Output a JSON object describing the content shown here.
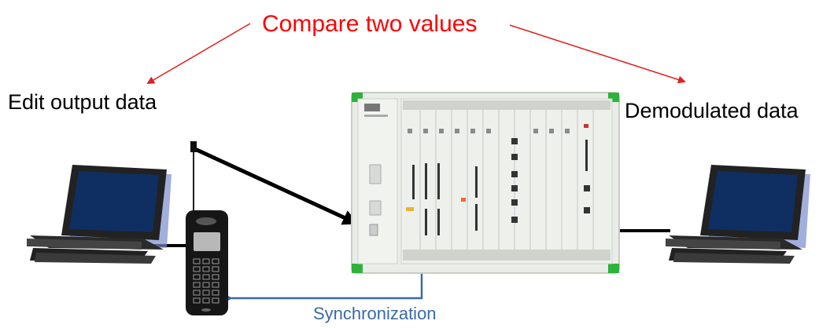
{
  "diagram": {
    "title": "Compare two values",
    "left_label": "Edit output data",
    "right_label": "Demodulated data",
    "sync_label": "Synchronization",
    "colors": {
      "title": "#ff0000",
      "compare_arrows": "#e02020",
      "sync": "#3a6aa6",
      "connections": "#000000"
    },
    "icons": [
      "laptop-icon",
      "mobile-phone-icon",
      "measurement-instrument-icon",
      "laptop-icon"
    ]
  }
}
